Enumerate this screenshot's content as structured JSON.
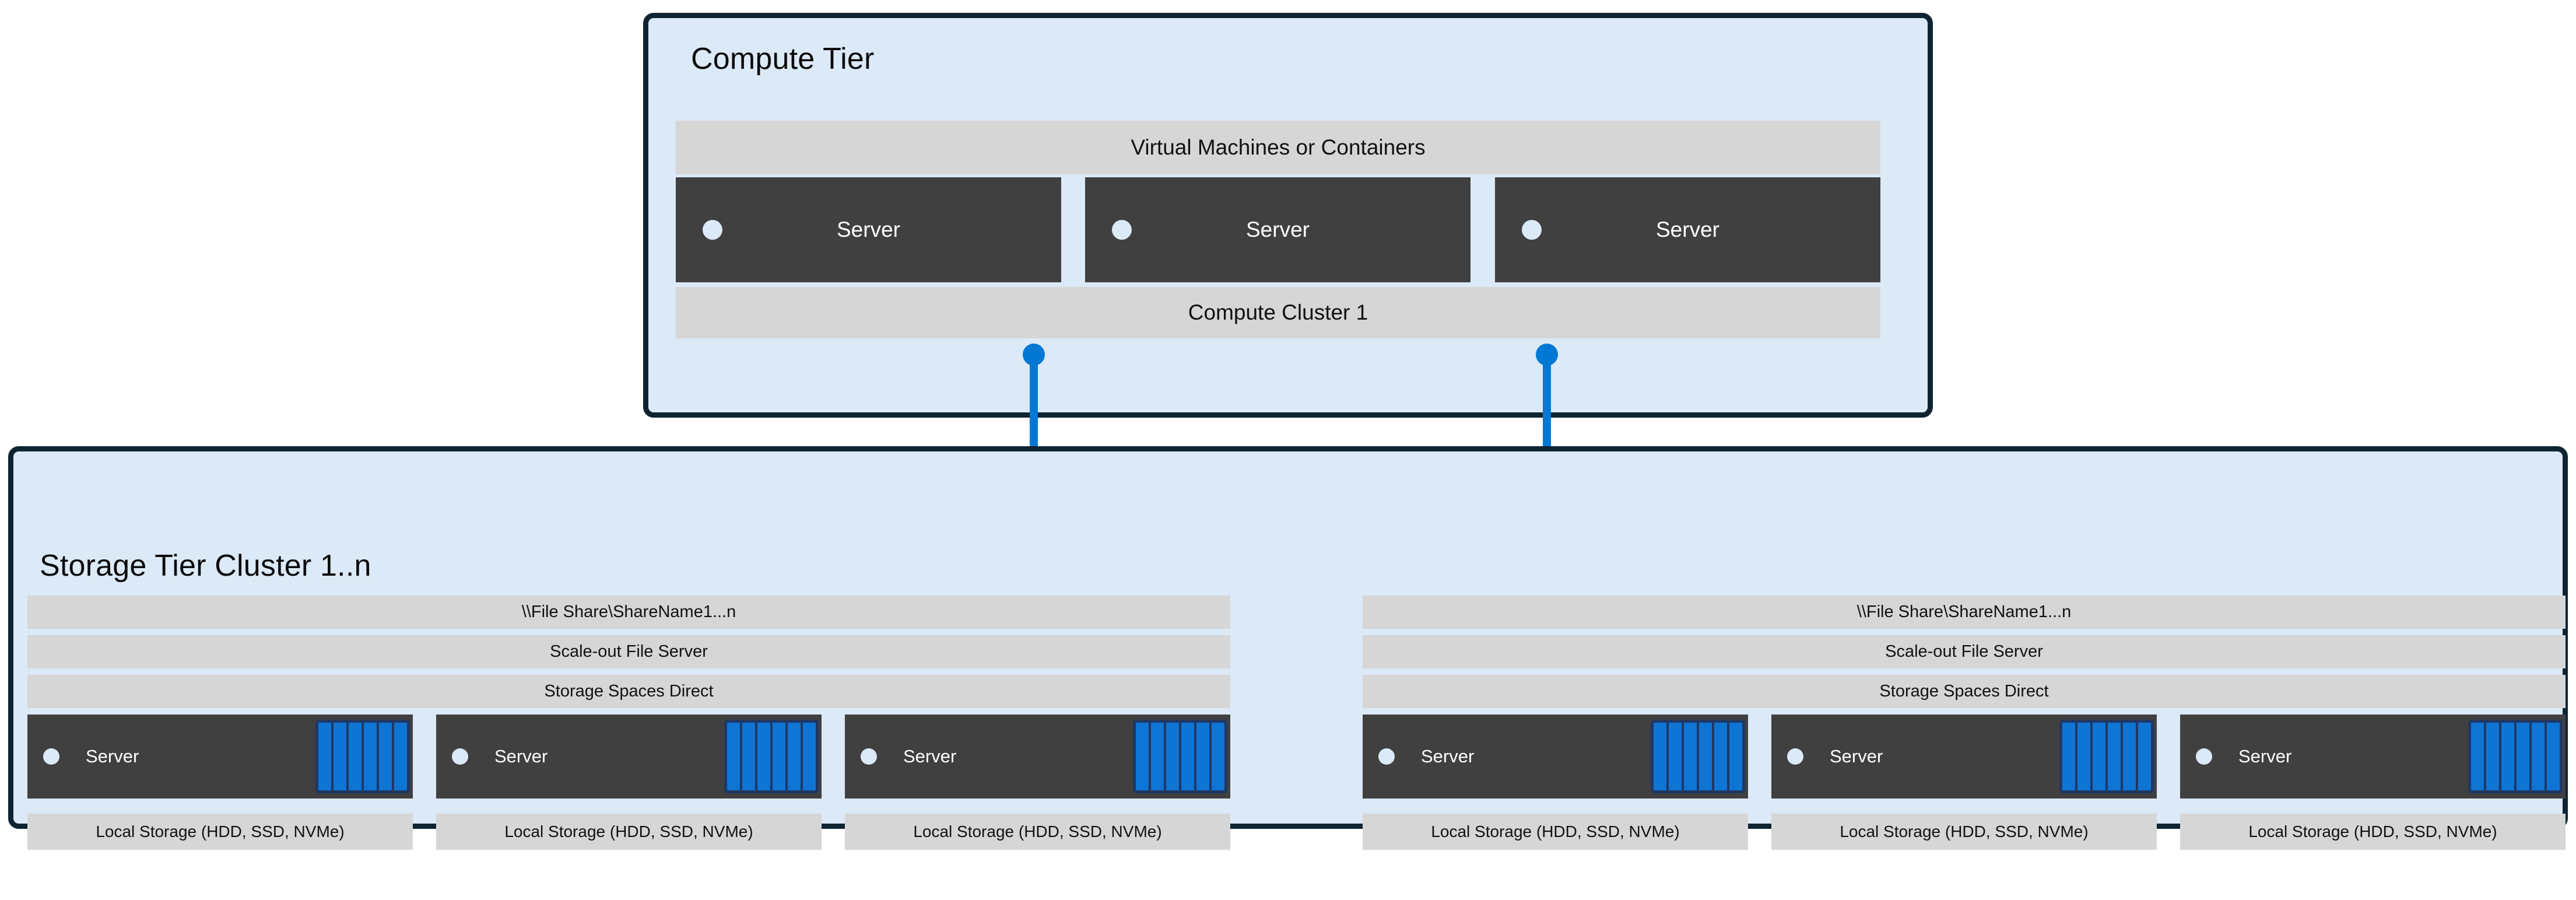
{
  "colors": {
    "tier_fill": "#dce9f7",
    "tier_border": "#0e2433",
    "band_fill": "#d6d6d6",
    "server_fill": "#404040",
    "accent_blue": "#0078d4",
    "disk_blue": "#0f75d4",
    "disk_frame": "#1f3864",
    "led_fill": "#dce9f7"
  },
  "compute_tier": {
    "title": "Compute Tier",
    "top_band": "Virtual Machines or Containers",
    "bottom_band": "Compute Cluster 1",
    "servers": [
      {
        "label": "Server",
        "led": "status-led-icon"
      },
      {
        "label": "Server",
        "led": "status-led-icon"
      },
      {
        "label": "Server",
        "led": "status-led-icon"
      }
    ]
  },
  "connectors": [
    {
      "name": "compute-to-storage-link-left",
      "icon": "folder-icon"
    },
    {
      "name": "compute-to-storage-link-right",
      "icon": "folder-icon"
    }
  ],
  "storage_tier": {
    "title": "Storage Tier Cluster 1..n",
    "clusters": [
      {
        "bands": [
          "\\\\File Share\\ShareName1...n",
          "Scale-out File Server",
          "Storage Spaces Direct"
        ],
        "nodes": [
          {
            "label": "Server",
            "footer": "Local Storage (HDD, SSD, NVMe)",
            "disks": 6
          },
          {
            "label": "Server",
            "footer": "Local Storage (HDD, SSD, NVMe)",
            "disks": 6
          },
          {
            "label": "Server",
            "footer": "Local Storage (HDD, SSD, NVMe)",
            "disks": 6
          }
        ]
      },
      {
        "bands": [
          "\\\\File Share\\ShareName1...n",
          "Scale-out File Server",
          "Storage Spaces Direct"
        ],
        "nodes": [
          {
            "label": "Server",
            "footer": "Local Storage (HDD, SSD, NVMe)",
            "disks": 6
          },
          {
            "label": "Server",
            "footer": "Local Storage (HDD, SSD, NVMe)",
            "disks": 6
          },
          {
            "label": "Server",
            "footer": "Local Storage (HDD, SSD, NVMe)",
            "disks": 6
          }
        ]
      }
    ]
  }
}
